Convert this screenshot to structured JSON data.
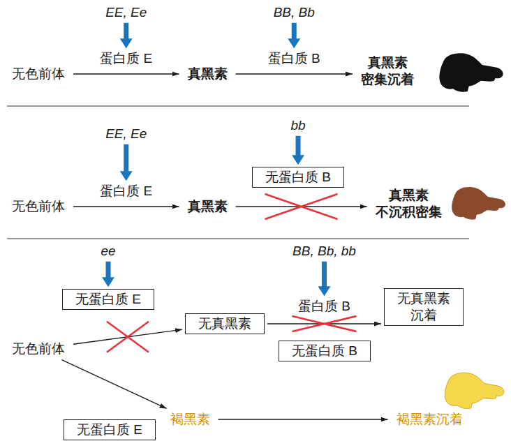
{
  "diagram": {
    "nodes": [
      {
        "text": [
          "无色前体"
        ]
      },
      {
        "text": [
          "真黑素"
        ]
      },
      {
        "text": [
          "真黑素 密集沉着"
        ]
      },
      {
        "text": [
          "无色前体"
        ]
      },
      {
        "text": [
          "真黑素"
        ]
      },
      {
        "text": [
          "无蛋白质 B"
        ]
      },
      {
        "text": [
          "真黑素 不沉积密集"
        ]
      },
      {
        "text": [
          "无蛋白质 E"
        ]
      },
      {
        "text": [
          "无真黑素"
        ]
      },
      {
        "text": [
          "无蛋白质 B"
        ]
      },
      {
        "text": [
          "无真黑素 沉着"
        ]
      },
      {
        "text": [
          "无色前体"
        ]
      },
      {
        "text": [
          "褐黑素"
        ]
      },
      {
        "text": [
          "褐黑素沉着"
        ]
      },
      {
        "text": [
          "无蛋白质 E"
        ]
      }
    ],
    "edges": [
      {
        "from": 0,
        "to": 1,
        "label": "蛋白质 E",
        "arrow": "to"
      },
      {
        "from": 1,
        "to": 2,
        "label": "蛋白质 B",
        "arrow": "to"
      },
      {
        "from": 3,
        "to": 4,
        "label": "蛋白质 E",
        "arrow": "to"
      },
      {
        "from": 4,
        "to": 6,
        "arrow": "to"
      },
      {
        "from": 11,
        "to": 8,
        "arrow": "to"
      },
      {
        "from": 8,
        "to": 10,
        "label": "蛋白质 B",
        "arrow": "to"
      },
      {
        "from": 11,
        "to": 12,
        "arrow": "to"
      },
      {
        "from": 12,
        "to": 13,
        "arrow": "to"
      }
    ],
    "labels": [
      "EE, Ee",
      "BB, Bb",
      "EE, Ee",
      "bb",
      "ee",
      "BB, Bb, bb"
    ]
  }
}
